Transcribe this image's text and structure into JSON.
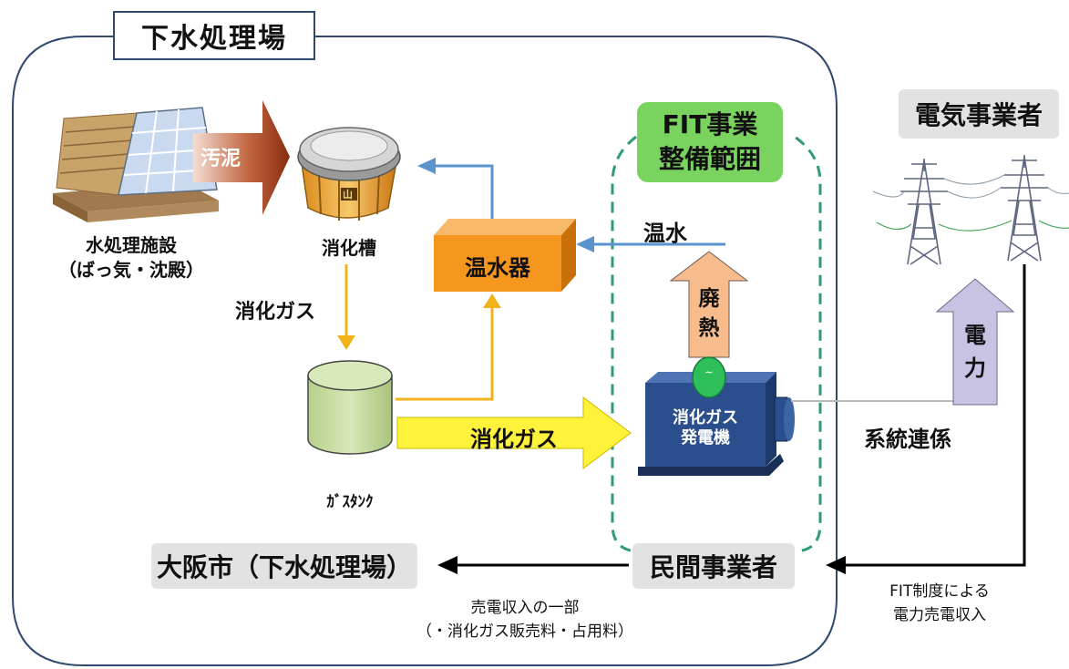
{
  "plant_title": "下水処理場",
  "fit_scope": [
    "FIT事業",
    "整備範囲"
  ],
  "electric_company": "電気事業者",
  "water_facility": [
    "水処理施設",
    "（ばっ気・沈殿）"
  ],
  "sludge": "汚泥",
  "digester": "消化槽",
  "digester_mark": "山",
  "digestion_gas_left": "消化ガス",
  "gas_tank": "ｶﾞｽﾀﾝｸ",
  "water_heater": "温水器",
  "hot_water": "温水",
  "waste_heat": [
    "廃",
    "熱"
  ],
  "generator_badge": "~",
  "digestion_gas_arrow": "消化ガス",
  "generator": [
    "消化ガス",
    "発電機"
  ],
  "power": [
    "電",
    "力"
  ],
  "grid_connection": "系統連係",
  "osaka_city": "大阪市（下水処理場）",
  "private_operator": "民間事業者",
  "revenue_share": [
    "売電収入の一部",
    "（・消化ガス販売料・占用料）"
  ],
  "fit_revenue": [
    "FIT制度による",
    "電力売電収入"
  ],
  "colors": {
    "frame": "#2f4a6e",
    "fit_dash": "#2e9a7a",
    "arrow_blue": "#5b93cc",
    "arrow_orange": "#f2b31a",
    "gas_arrow": "#fff23a",
    "heater": "#f5961e",
    "tank": "#cfe2a8",
    "waste_heat": "#f8bc8c",
    "power_arrow": "#c9c3e3",
    "generator": "#2a4f8c",
    "green_label": "#7bd35f",
    "gray_label": "#e2e2e2"
  }
}
